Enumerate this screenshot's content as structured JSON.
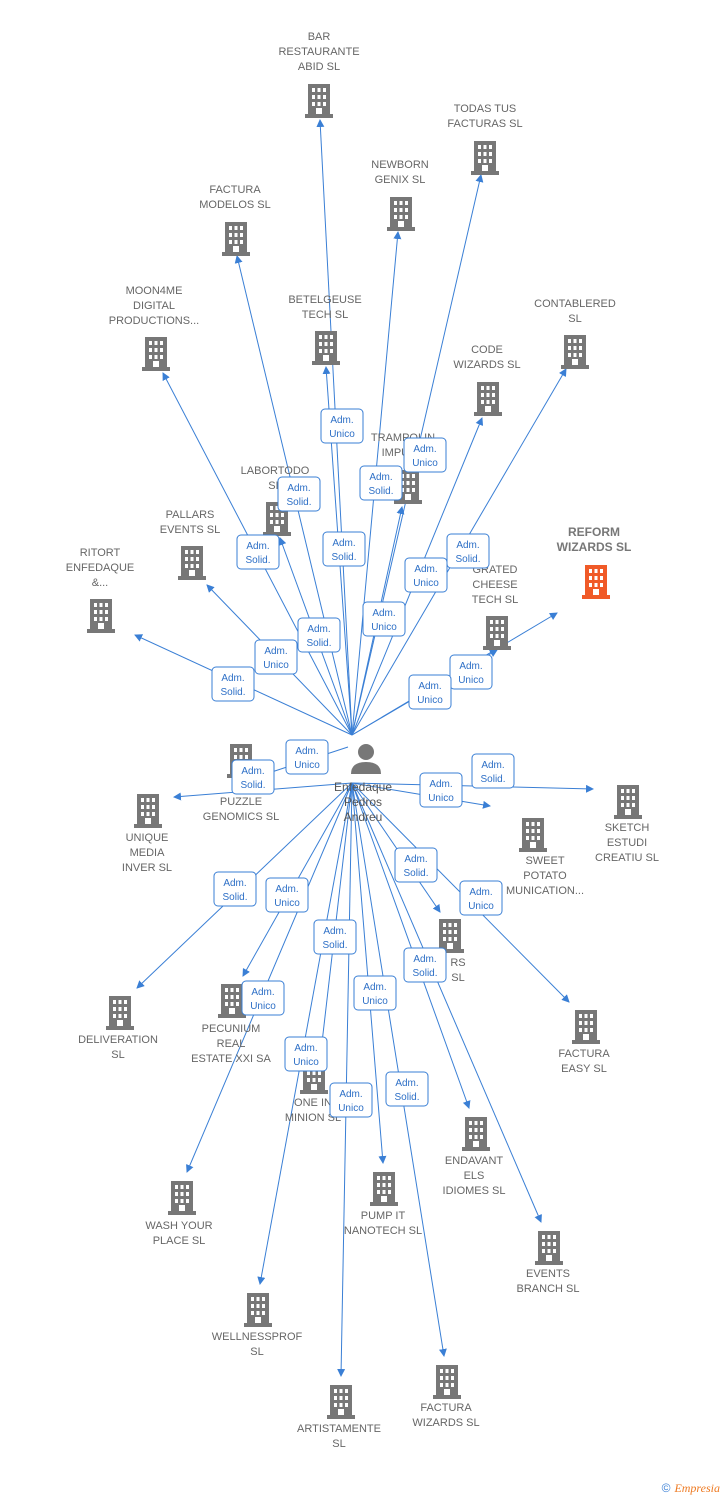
{
  "center": {
    "label_lines": [
      "Enfedaque",
      "Pedros",
      "Andreu"
    ],
    "icon": "person-icon"
  },
  "colors": {
    "edge": "#3a7fd5",
    "company_icon": "#777777",
    "highlight_icon": "#f05a28",
    "badge_border": "#3a7fd5",
    "badge_text": "#2d6fc6",
    "label": "#666666"
  },
  "nodes": [
    {
      "id": "bar-restaurante",
      "lines": [
        "BAR",
        "RESTAURANTE",
        "ABID  SL"
      ]
    },
    {
      "id": "todas-tus-facturas",
      "lines": [
        "TODAS TUS",
        "FACTURAS  SL"
      ]
    },
    {
      "id": "newborn-genix",
      "lines": [
        "NEWBORN",
        "GENIX  SL"
      ]
    },
    {
      "id": "factura-modelos",
      "lines": [
        "FACTURA",
        "MODELOS  SL"
      ]
    },
    {
      "id": "moon4me",
      "lines": [
        "MOON4ME",
        "DIGITAL",
        "PRODUCTIONS..."
      ]
    },
    {
      "id": "betelgeuse",
      "lines": [
        "BETELGEUSE",
        "TECH  SL"
      ]
    },
    {
      "id": "contablered",
      "lines": [
        "CONTABLERED",
        "SL"
      ]
    },
    {
      "id": "code-wizards",
      "lines": [
        "CODE",
        "WIZARDS  SL"
      ]
    },
    {
      "id": "trampolin",
      "lines": [
        "TRAMPOLIN",
        "IMPUL..."
      ]
    },
    {
      "id": "labortodo",
      "lines": [
        "LABORTODO",
        "SL"
      ]
    },
    {
      "id": "reform-wizards",
      "lines": [
        "REFORM",
        "WIZARDS  SL"
      ],
      "highlight": true
    },
    {
      "id": "pallars-events",
      "lines": [
        "PALLARS",
        "EVENTS  SL"
      ]
    },
    {
      "id": "ritort",
      "lines": [
        "RITORT",
        "ENFEDAQUE",
        "&..."
      ]
    },
    {
      "id": "integrated-cheese",
      "lines": [
        "GRATED",
        "CHEESE",
        "TECH  SL"
      ]
    },
    {
      "id": "puzzle-genomics",
      "lines": [
        "PUZZLE",
        "GENOMICS  SL"
      ]
    },
    {
      "id": "unique-media",
      "lines": [
        "UNIQUE",
        "MEDIA",
        "INVER  SL"
      ]
    },
    {
      "id": "sketch-estudi",
      "lines": [
        "SKETCH",
        "ESTUDI",
        "CREATIU  SL"
      ]
    },
    {
      "id": "sweet-potato",
      "lines": [
        "SWEET",
        "POTATO",
        "MUNICATION..."
      ]
    },
    {
      "id": "rs-sl",
      "lines": [
        "RS",
        "SL"
      ]
    },
    {
      "id": "deliveration",
      "lines": [
        "DELIVERATION",
        "SL"
      ]
    },
    {
      "id": "pecunium",
      "lines": [
        "PECUNIUM",
        "REAL",
        "ESTATE XXI SA"
      ]
    },
    {
      "id": "factura-easy",
      "lines": [
        "FACTURA",
        "EASY  SL"
      ]
    },
    {
      "id": "one-in-minion",
      "lines": [
        "ONE IN",
        "MINION  SL"
      ]
    },
    {
      "id": "endavant",
      "lines": [
        "ENDAVANT",
        "ELS",
        "IDIOMES  SL"
      ]
    },
    {
      "id": "wash-your-place",
      "lines": [
        "WASH YOUR",
        "PLACE  SL"
      ]
    },
    {
      "id": "pump-it",
      "lines": [
        "PUMP IT",
        "NANOTECH  SL"
      ]
    },
    {
      "id": "events-branch",
      "lines": [
        "EVENTS",
        "BRANCH  SL"
      ]
    },
    {
      "id": "wellnessprof",
      "lines": [
        "WELLNESSPROF",
        "SL"
      ]
    },
    {
      "id": "artistamente",
      "lines": [
        "ARTISTAMENTE",
        "SL"
      ]
    },
    {
      "id": "factura-wizards",
      "lines": [
        "FACTURA",
        "WIZARDS  SL"
      ]
    }
  ],
  "badges": [
    [
      "Adm.",
      "Unico"
    ],
    [
      "Adm.",
      "Unico"
    ],
    [
      "Adm.",
      "Solid."
    ],
    [
      "Adm.",
      "Solid."
    ],
    [
      "Adm.",
      "Solid."
    ],
    [
      "Adm.",
      "Solid."
    ],
    [
      "Adm.",
      "Unico"
    ],
    [
      "Adm.",
      "Solid."
    ],
    [
      "Adm.",
      "Unico"
    ],
    [
      "Adm.",
      "Solid."
    ],
    [
      "Adm.",
      "Unico"
    ],
    [
      "Adm.",
      "Solid."
    ],
    [
      "Adm.",
      "Unico"
    ],
    [
      "Adm.",
      "Unico"
    ],
    [
      "Adm.",
      "Unico"
    ],
    [
      "Adm.",
      "Solid."
    ],
    [
      "Adm.",
      "Solid."
    ],
    [
      "Adm.",
      "Unico"
    ],
    [
      "Adm.",
      "Solid."
    ],
    [
      "Adm.",
      "Unico"
    ],
    [
      "Adm.",
      "Solid."
    ],
    [
      "Adm.",
      "Solid."
    ],
    [
      "Adm.",
      "Unico"
    ],
    [
      "Adm.",
      "Solid."
    ],
    [
      "Adm.",
      "Unico"
    ],
    [
      "Adm.",
      "Unico"
    ],
    [
      "Adm.",
      "Unico"
    ],
    [
      "Adm.",
      "Unico"
    ],
    [
      "Adm.",
      "Solid."
    ]
  ],
  "footer": {
    "copyright": "©",
    "brand": "Empresia"
  }
}
